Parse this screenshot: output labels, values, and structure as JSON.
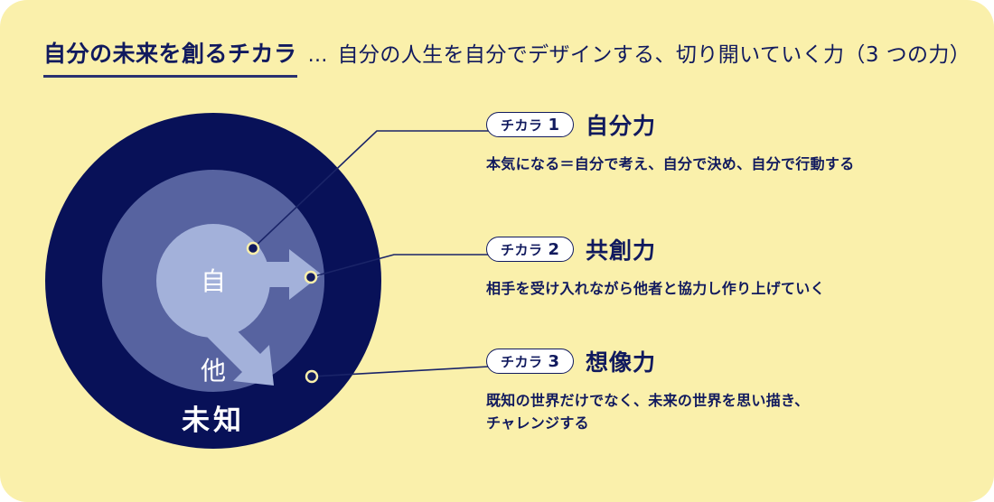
{
  "theme": {
    "background": "#faf0ab",
    "navy": "#111a5e",
    "ring_outer": "#081158",
    "ring_middle": "#5763a0",
    "ring_inner": "#a3b1da",
    "arrow": "#a3b1da",
    "badge_bg": "#ffffff",
    "leader_line": "#1a2468"
  },
  "header": {
    "lead": "自分の未来を創るチカラ",
    "separator": "…",
    "subtitle": "自分の人生を自分でデザインする、切り開いていく力（3 つの力）"
  },
  "diagram": {
    "rings": [
      {
        "key": "unknown",
        "label": "未知",
        "color": "#081158"
      },
      {
        "key": "other",
        "label": "他",
        "color": "#5763a0"
      },
      {
        "key": "self",
        "label": "自",
        "color": "#a3b1da"
      }
    ],
    "arrows": [
      {
        "name": "arrow-to-other",
        "direction": "right"
      },
      {
        "name": "arrow-to-unknown",
        "direction": "down-right"
      }
    ]
  },
  "callouts": [
    {
      "badge_label": "チカラ",
      "badge_number": "1",
      "title": "自分力",
      "description": [
        "本気になる＝自分で考え、自分で決め、自分で行動する"
      ]
    },
    {
      "badge_label": "チカラ",
      "badge_number": "2",
      "title": "共創力",
      "description": [
        "相手を受け入れながら他者と協力し作り上げていく"
      ]
    },
    {
      "badge_label": "チカラ",
      "badge_number": "3",
      "title": "想像力",
      "description": [
        "既知の世界だけでなく、未来の世界を思い描き、",
        "チャレンジする"
      ]
    }
  ]
}
